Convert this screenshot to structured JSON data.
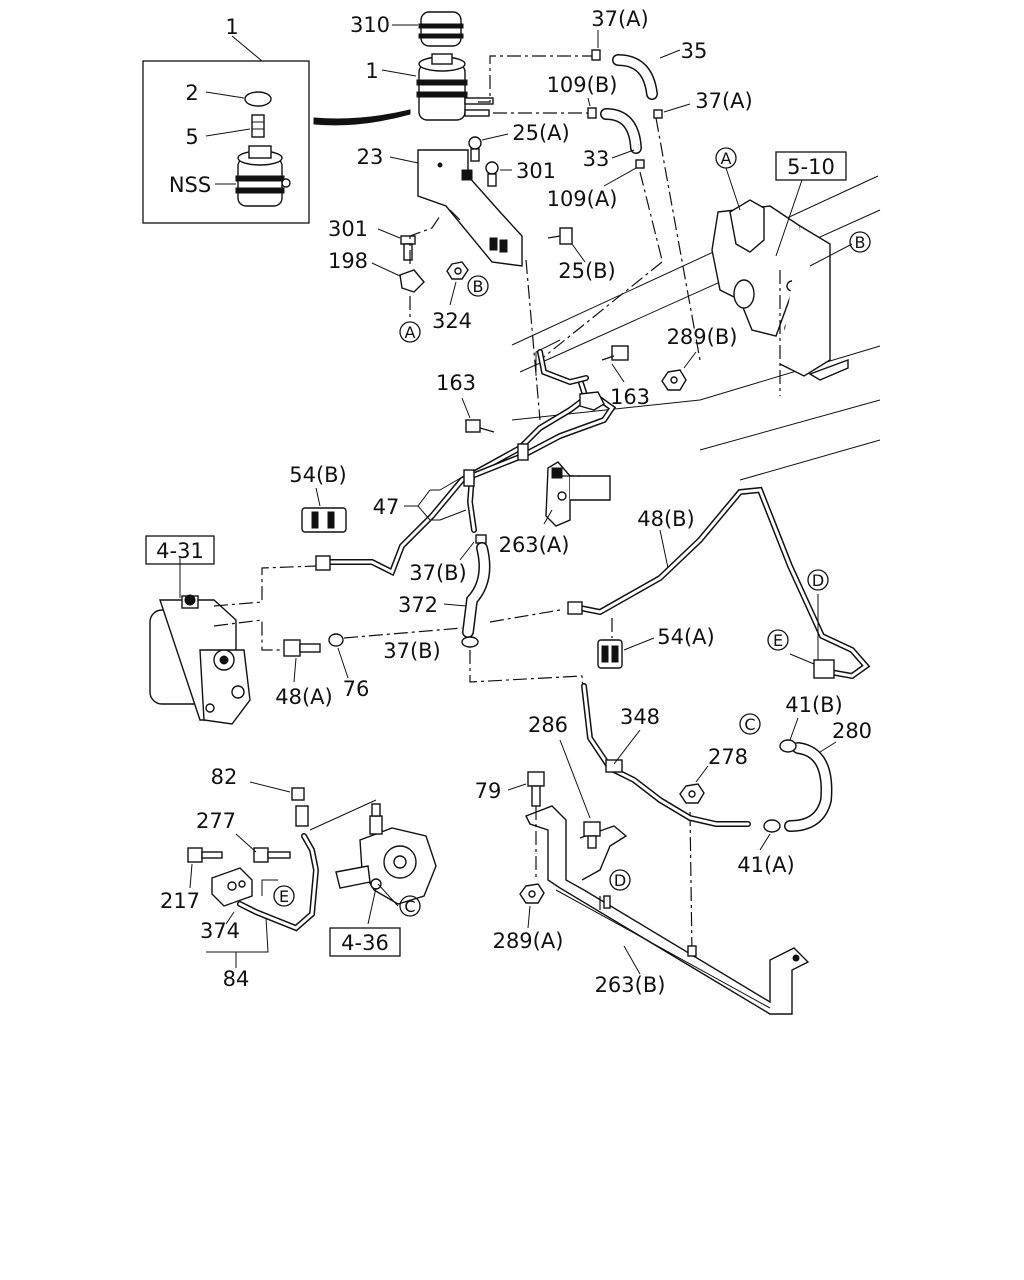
{
  "callouts": {
    "c_1_top": "1",
    "c_2": "2",
    "c_5": "5",
    "c_nss": "NSS",
    "c_310": "310",
    "c_1_res": "1",
    "c_37a_top": "37(A)",
    "c_35": "35",
    "c_109b": "109(B)",
    "c_37a_right": "37(A)",
    "c_25a": "25(A)",
    "c_23": "23",
    "c_33": "33",
    "c_301_right": "301",
    "c_109a": "109(A)",
    "c_301_left": "301",
    "c_198": "198",
    "c_25b": "25(B)",
    "c_324": "324",
    "c_289b": "289(B)",
    "c_163_left": "163",
    "c_163_right": "163",
    "c_54b": "54(B)",
    "c_47": "47",
    "c_263a": "263(A)",
    "c_48b": "48(B)",
    "c_37b_upper": "37(B)",
    "c_372": "372",
    "c_54a": "54(A)",
    "c_37b_lower": "37(B)",
    "c_48a": "48(A)",
    "c_76": "76",
    "c_286": "286",
    "c_348": "348",
    "c_41b": "41(B)",
    "c_280": "280",
    "c_79": "79",
    "c_278": "278",
    "c_41a": "41(A)",
    "c_82": "82",
    "c_277": "277",
    "c_217": "217",
    "c_374": "374",
    "c_84": "84",
    "c_289a": "289(A)",
    "c_263b": "263(B)"
  },
  "refs": {
    "ref_5_10": "5-10",
    "ref_4_31": "4-31",
    "ref_4_36": "4-36"
  },
  "markers": {
    "m_A_top": "A",
    "m_A_bracket": "A",
    "m_B_frame": "B",
    "m_B_bracket": "B",
    "m_C_41": "C",
    "m_C_pump": "C",
    "m_D_pipe": "D",
    "m_D_bracket": "D",
    "m_E_clip": "E",
    "m_E_pump": "E"
  }
}
